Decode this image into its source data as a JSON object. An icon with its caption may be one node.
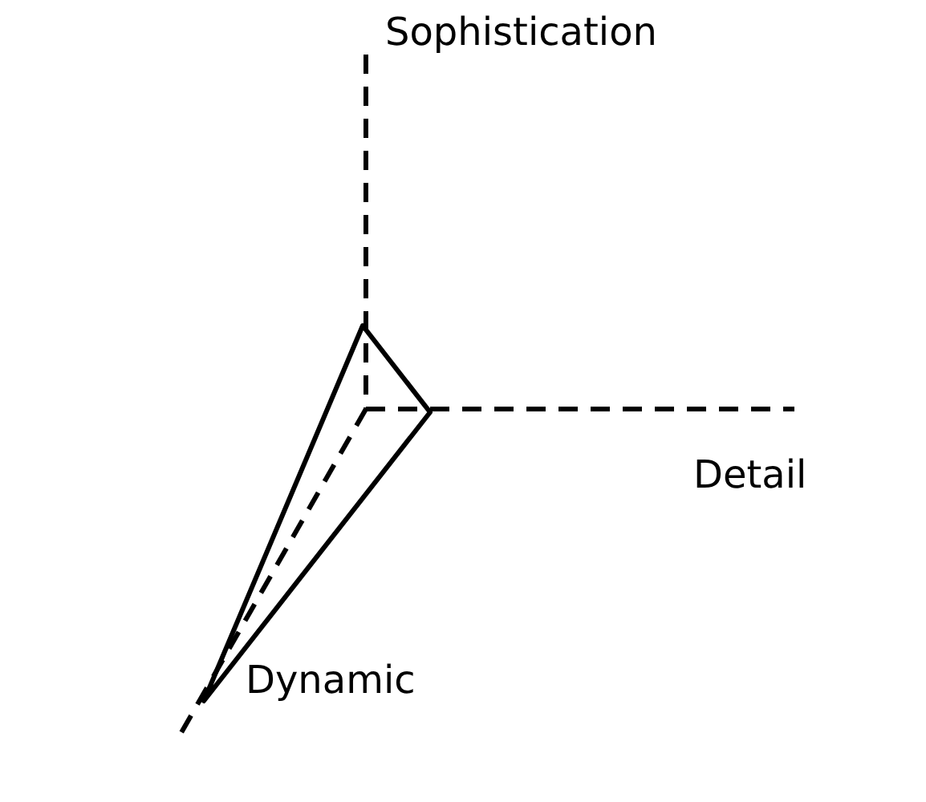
{
  "diagram": {
    "labels": [
      "Sophistication",
      "Detail",
      "Dynamic"
    ]
  }
}
